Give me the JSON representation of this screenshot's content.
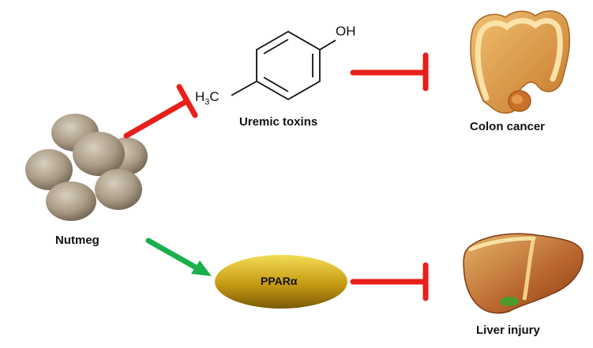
{
  "labels": {
    "nutmeg": "Nutmeg",
    "uremic_toxins": "Uremic toxins",
    "colon_cancer": "Colon cancer",
    "liver_injury": "Liver injury",
    "ppar": "PPARα"
  },
  "chemistry": {
    "hydroxyl": "OH",
    "methyl_prefix": "H",
    "methyl_subscript": "3",
    "methyl_suffix": "C"
  },
  "colors": {
    "inhibit": "#e8201b",
    "activate": "#1ab04c",
    "ppar_fill": "#c9a11a"
  },
  "icons": [
    "nutmeg-seeds-image",
    "colon-icon",
    "liver-icon"
  ]
}
